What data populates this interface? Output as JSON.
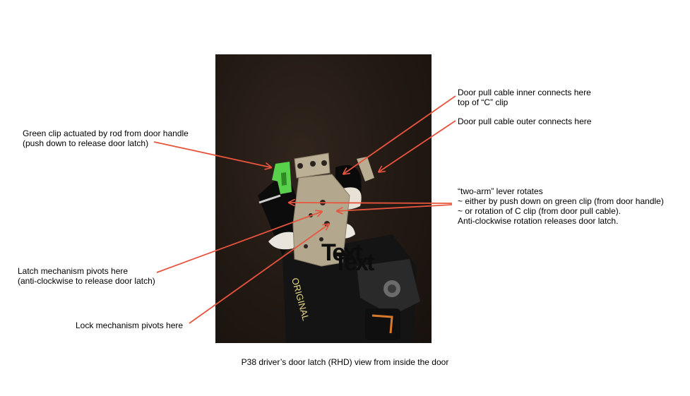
{
  "labels": {
    "green_clip": [
      "Green clip actuated by rod from door handle",
      "(push down to release door latch)"
    ],
    "cable_inner": [
      "Door pull cable inner connects here",
      "top of “C” clip"
    ],
    "cable_outer": [
      "Door pull cable outer connects here"
    ],
    "two_arm": [
      "“two-arm” lever rotates",
      "~ either by push down on green clip (from door handle)",
      "~ or rotation of C clip (from door pull cable).",
      "Anti-clockwise rotation releases door latch."
    ],
    "latch_pivot": [
      "Latch mechanism pivots here",
      "(anti-clockwise to release door latch)"
    ],
    "lock_pivot": [
      "Lock mechanism pivots here"
    ]
  },
  "photo_overlay": {
    "text_a": "Text",
    "text_b": "Text",
    "handwritten": "ORIGINAL"
  },
  "caption": "P38 driver’s door latch (RHD) view from inside the door",
  "colors": {
    "arrow": "#e8553f",
    "green_clip": "#58d24a",
    "metal": "#b9ad92",
    "background": "#ffffff"
  }
}
